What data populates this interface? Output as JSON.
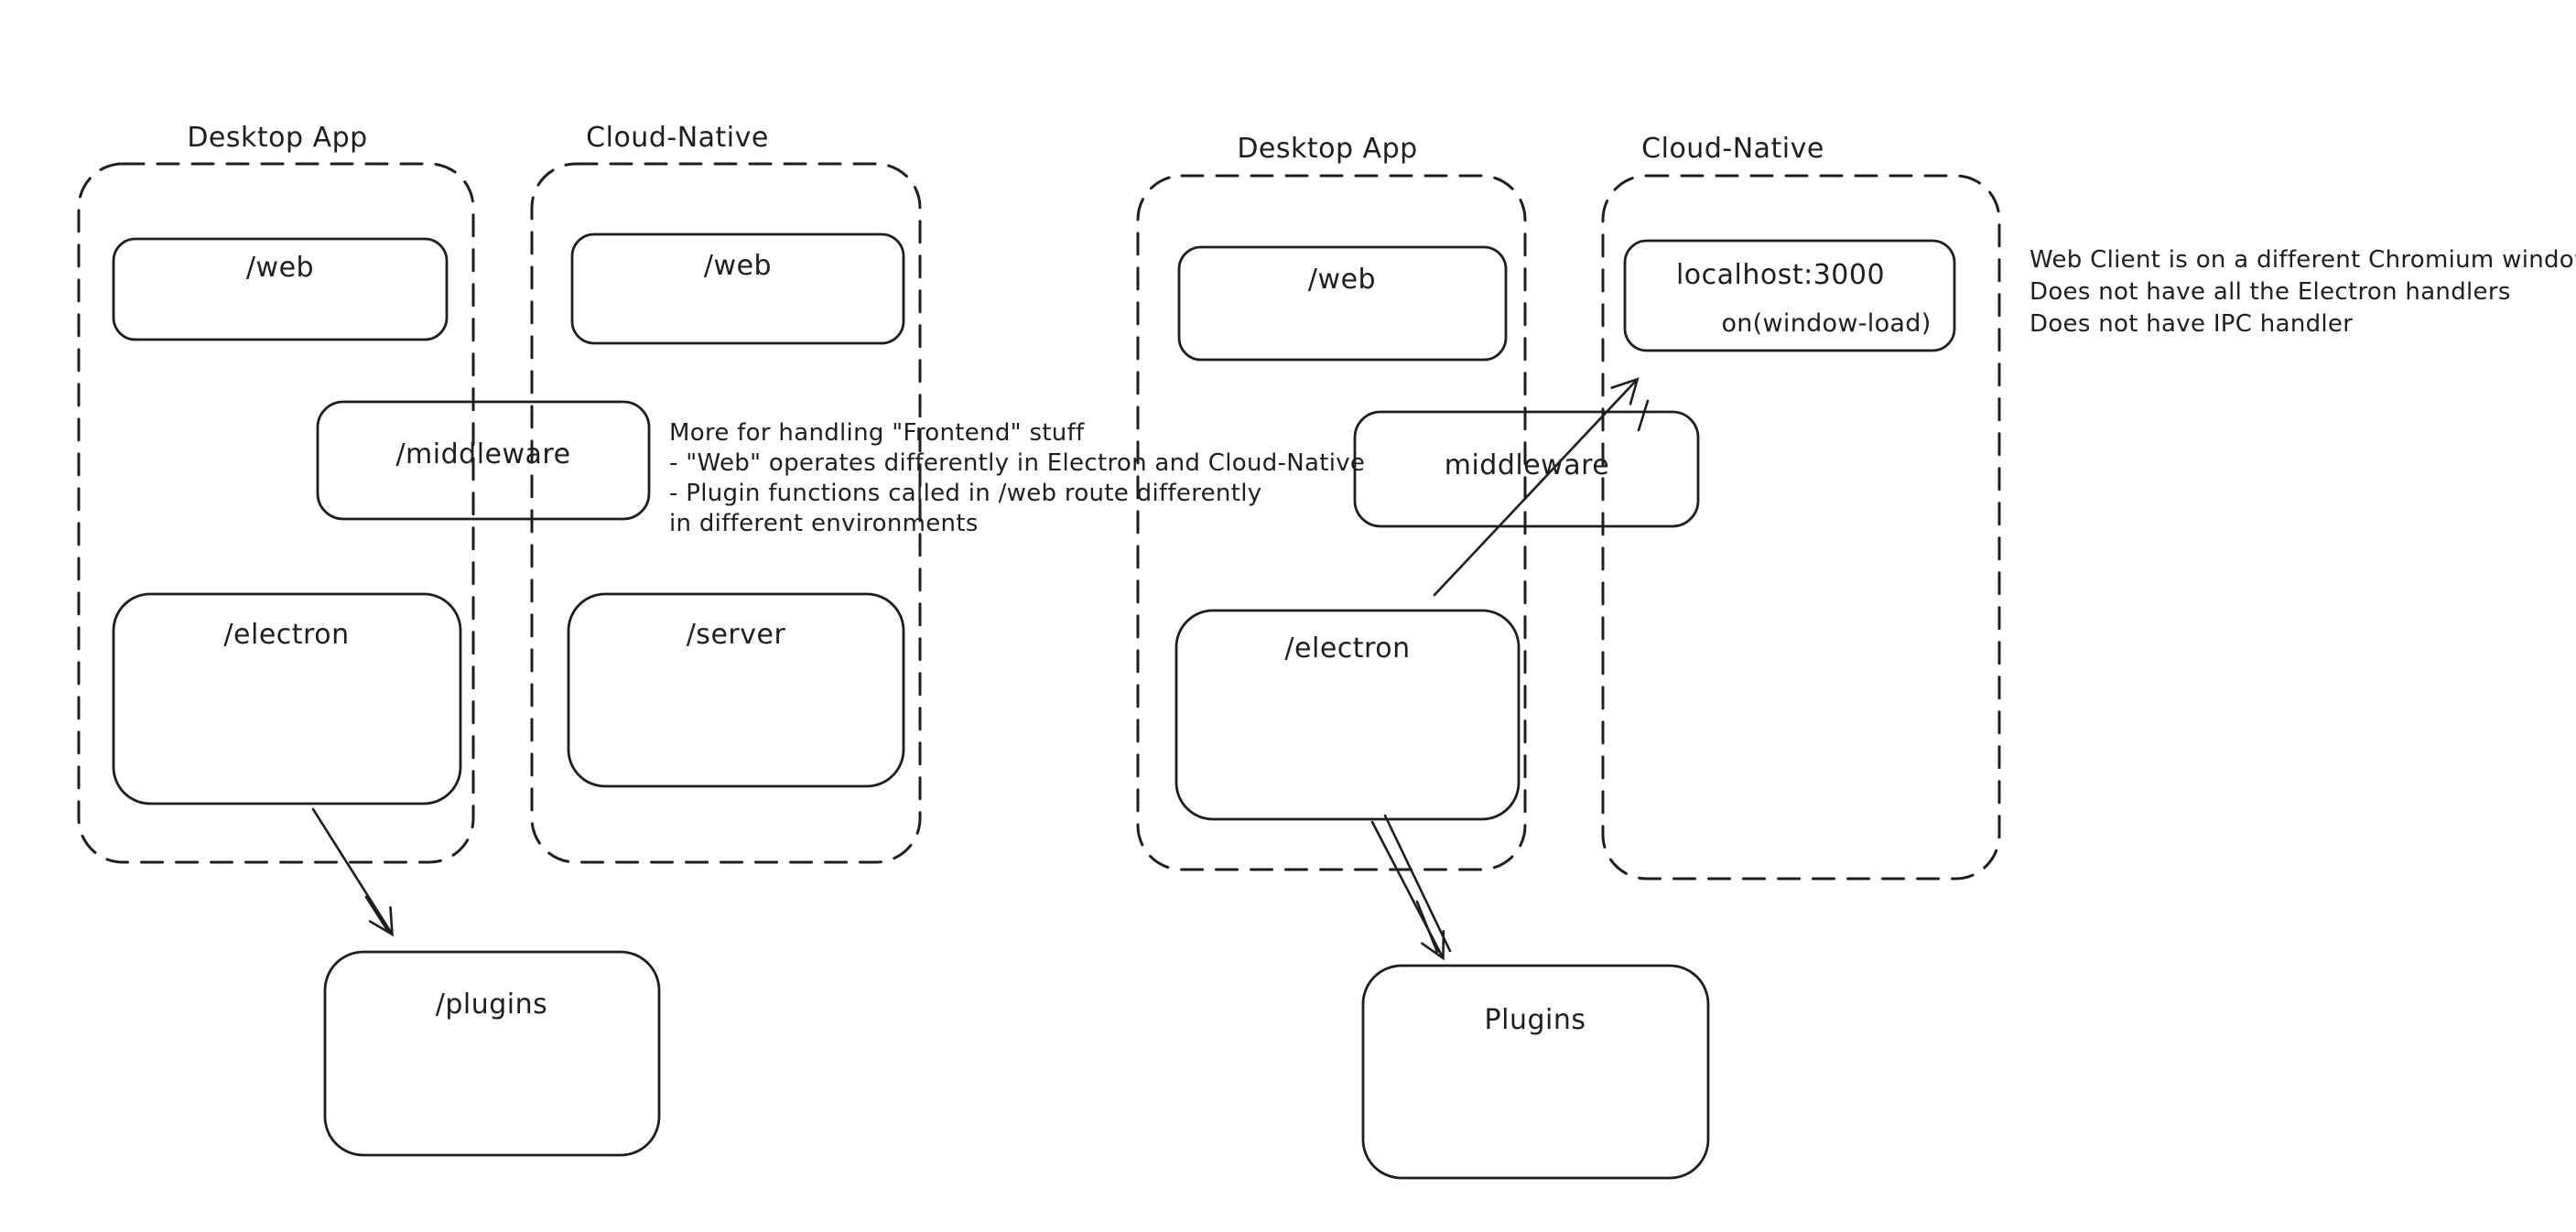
{
  "canvas": {
    "background": "#ffffff",
    "ink": "#1e1e1e",
    "green": "#4a9b50",
    "red": "#cc4038"
  },
  "left": {
    "desktop_label": "Desktop App",
    "cloud_label": "Cloud-Native",
    "desktop_web": "/web",
    "cloud_web": "/web",
    "middleware": "/middleware",
    "electron": "/electron",
    "server": "/server",
    "plugins": "/plugins",
    "green_note": [
      "More for handling \"Frontend\" stuff",
      "- \"Web\" operates differently in Electron and Cloud-Native",
      "- Plugin functions called in /web route differently",
      "in different environments"
    ]
  },
  "right": {
    "desktop_label": "Desktop App",
    "cloud_label": "Cloud-Native",
    "desktop_web": "/web",
    "localhost": "localhost:3000",
    "on_window_load": "on(window-load)",
    "middleware": "middleware",
    "electron": "/electron",
    "plugins": "Plugins",
    "red_note": [
      "Web Client is on a different Chromium window",
      "Does not have all the Electron handlers",
      "Does not have IPC handler"
    ]
  }
}
